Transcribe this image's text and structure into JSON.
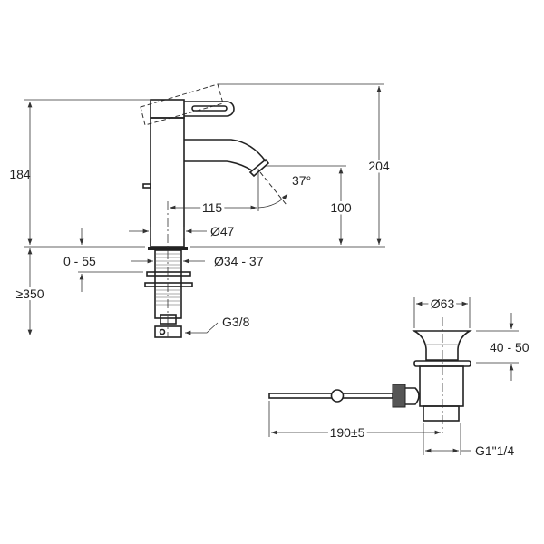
{
  "faucet": {
    "dimensions": {
      "height_total": "184",
      "height_lever": "204",
      "spout_height": "100",
      "spout_reach": "115",
      "spout_angle": "37°",
      "body_diameter": "Ø47",
      "deck_thickness": "0 - 55",
      "hole_diameter": "Ø34 - 37",
      "hose_length": "≥350",
      "connection": "G3/8"
    }
  },
  "drain": {
    "dimensions": {
      "flange_diameter": "Ø63",
      "flange_height": "40 - 50",
      "rod_length": "190±5",
      "thread": "G1\"1/4"
    }
  },
  "colors": {
    "line": "#222222",
    "background": "#ffffff"
  }
}
